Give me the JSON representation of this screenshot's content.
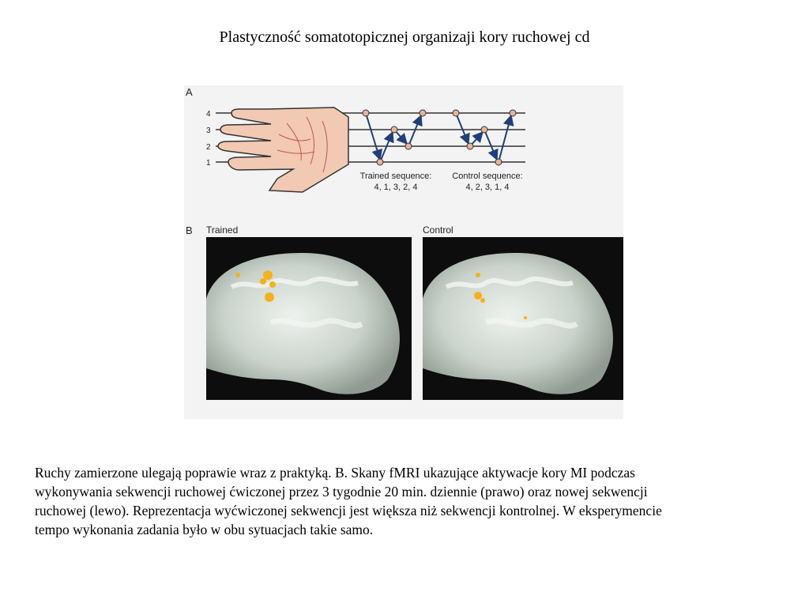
{
  "slide": {
    "title": "Plastyczność somatotopicznej organizaji kory ruchowej cd",
    "caption": "Ruchy zamierzone ulegają poprawie wraz z praktyką. B. Skany fMRI ukazujące aktywacje kory MI podczas wykonywania sekwencji ruchowej ćwiczonej przez 3 tygodnie 20 min. dziennie (prawo) oraz nowej sekwencji ruchowej (lewo). Reprezentacja wyćwiczonej sekwencji jest większa niż sekwencji kontrolnej. W eksperymencie tempo wykonania zadania było w obu sytuacjach takie samo."
  },
  "figure": {
    "panel_a": {
      "label": "A",
      "finger_labels": [
        "4",
        "3",
        "2",
        "1"
      ],
      "trained": {
        "label": "Trained sequence:",
        "sequence": "4, 1, 3, 2, 4"
      },
      "control": {
        "label": "Control sequence:",
        "sequence": "4, 2, 3, 1, 4"
      }
    },
    "panel_b": {
      "label": "B",
      "left_label": "Trained",
      "right_label": "Control"
    },
    "colors": {
      "hand_fill": "#f2c9b3",
      "arrow": "#1e3f7a",
      "node_fill": "#e6b49a",
      "activation": "#f3b21b"
    }
  }
}
